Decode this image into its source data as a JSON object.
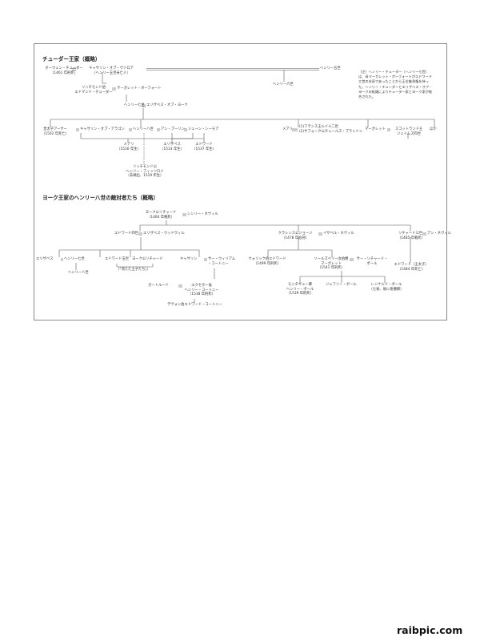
{
  "tudor": {
    "title": "チューダー王家（概略）",
    "owen": [
      "オーウェン・チューダー",
      "（1461 年刑死）"
    ],
    "catherine_valois": [
      "キャサリン・オブ・ヴァロア",
      "（ヘンリー五世未亡人）"
    ],
    "henry5": "ヘンリー五世",
    "henry6": "ヘンリー六世",
    "edmund": [
      "リッチモンド伯",
      "エドマンド・チューダー"
    ],
    "margaret_beaufort": "マーガレット・ボーフォート",
    "henry7": "ヘンリー七世",
    "elizabeth_york": "エリザベス・オブ・ヨーク",
    "arthur": [
      "皇太子アーサー",
      "（1502 年死亡）"
    ],
    "catherine_aragon": "キャサリン・オブ・アラゴン",
    "henry8": "ヘンリー八世",
    "anne_boleyn": "アン・ブーリン",
    "jane_seymour": "ジェーン・シーモア",
    "mary_t": [
      "メアリ",
      "（1516 年生）"
    ],
    "elizabeth_t": [
      "エリザベス",
      "（1533 年生）"
    ],
    "edward_t": [
      "エドワード",
      "（1537 年生）"
    ],
    "richmond": [
      "リッチモンド公",
      "ヘンリー・フィッツロイ",
      "（非嫡出、1519 年生）"
    ],
    "mary_rose": "メアリ",
    "louis_brandon": [
      "(1)フランス王ルイ十二世",
      "(2)サフォーク公チャールズ・ブランドン"
    ],
    "margaret_t": "マーガレット",
    "james4": [
      "スコットランド王",
      "ジェイムズ四世"
    ],
    "other": "ほか",
    "note": "（注）ヘンリー・チューダー（ヘンリー七世）は、母マーガレット・ボーフォートがエドワード三世の玄孫であったことから王位継承権を持った。ヘンリー・チューダーとエリザベス・オブ・ヨークの結婚によりチューダー家とヨーク家が統合された。"
  },
  "york": {
    "title": "ヨーク王家のヘンリー八世の敵対者たち（概略）",
    "richard_york": [
      "ヨーク公リチャード",
      "（1460 年戦死）"
    ],
    "cecily": "シシリー・ネヴィル",
    "edward4": "エドワード四世",
    "elizabeth_woodville": "エリザベス・ウッドヴィル",
    "clarence": [
      "クラレンス公ジョージ",
      "（1478 年処刑）"
    ],
    "isabel": "イザベル・ネヴィル",
    "richard3": [
      "リチャード三世",
      "（1485 年戦死）"
    ],
    "anne_neville": "アン・ネヴィル",
    "elizabeth_y": "エリザベス",
    "henry7_y": "ヘンリー七世",
    "henry8_y": "ヘンリー八世",
    "edward5": "エドワード五世",
    "richard_duke": "ヨーク公リチャード",
    "towers": "（「消えた王子たち」）",
    "catherine_y": "キャサリン",
    "courtenay": [
      "サー・ウィリアム",
      "・コートニー"
    ],
    "gertrude": "ガートルード",
    "exeter": [
      "エクセター侯",
      "ヘンリー・コートニー",
      "（1538 年刑死）"
    ],
    "devon": "デヴォン伯エドワード・コートニー",
    "warwick": [
      "ウォリック伯エドワード",
      "（1499 年刑死）"
    ],
    "salisbury": [
      "ソールズベリー女伯爵",
      "マーガレット",
      "（1541 年刑死）"
    ],
    "richard_pole": [
      "サー・リチャード・",
      "ポール"
    ],
    "edward_son": [
      "エドワード（王太子）",
      "（1484 年死亡）"
    ],
    "montagu": [
      "モンタギュー卿",
      "ヘンリー・ポール",
      "（1539 年刑死）"
    ],
    "geoffrey": "ジェフリー・ポール",
    "reginald": [
      "レジナルド・ポール",
      "（七後、後に枢機卿）"
    ]
  },
  "watermark": "raibpic.com"
}
